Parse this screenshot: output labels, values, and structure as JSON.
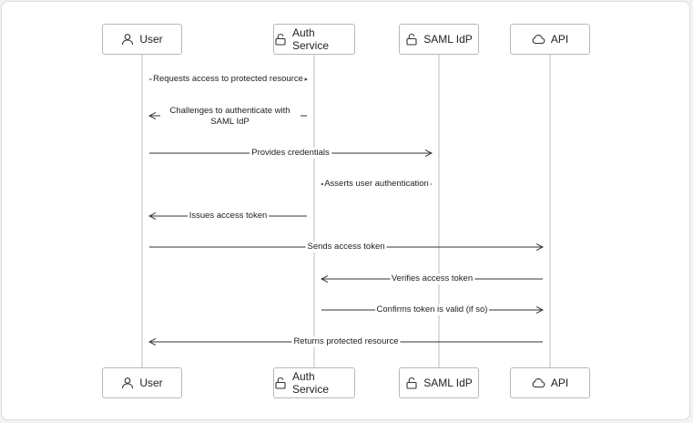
{
  "participants": [
    {
      "id": "user",
      "label": "User",
      "icon": "user-icon"
    },
    {
      "id": "auth",
      "label": "Auth Service",
      "icon": "lock-icon"
    },
    {
      "id": "saml",
      "label": "SAML IdP",
      "icon": "lock-icon"
    },
    {
      "id": "api",
      "label": "API",
      "icon": "cloud-icon"
    }
  ],
  "messages": [
    {
      "from": "user",
      "to": "auth",
      "text": "Requests access to protected resource",
      "style": "dashed"
    },
    {
      "from": "auth",
      "to": "user",
      "text": "Challenges to authenticate with SAML IdP",
      "style": "dashed"
    },
    {
      "from": "user",
      "to": "saml",
      "text": "Provides credentials",
      "style": "solid"
    },
    {
      "from": "saml",
      "to": "auth",
      "text": "Asserts user authentication",
      "style": "dashed"
    },
    {
      "from": "auth",
      "to": "user",
      "text": "Issues access token",
      "style": "solid"
    },
    {
      "from": "user",
      "to": "api",
      "text": "Sends access token",
      "style": "solid"
    },
    {
      "from": "api",
      "to": "auth",
      "text": "Verifies access token",
      "style": "solid"
    },
    {
      "from": "auth",
      "to": "api",
      "text": "Confirms token is valid (if so)",
      "style": "solid"
    },
    {
      "from": "api",
      "to": "user",
      "text": "Returns protected resource",
      "style": "solid"
    }
  ],
  "colors": {
    "line": "#333333",
    "lifeline": "#c8c8c8",
    "box_border": "#b8b8b8"
  }
}
